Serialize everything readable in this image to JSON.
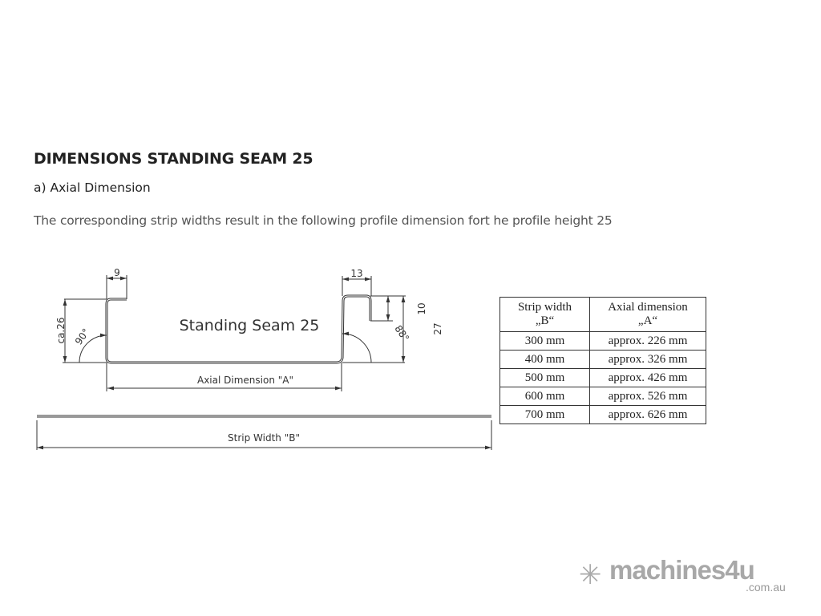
{
  "heading": "DIMENSIONS STANDING SEAM 25",
  "subheading": "a) Axial Dimension",
  "description": "The corresponding strip widths result in the following profile dimension fort he profile height 25",
  "drawing": {
    "title": "Standing Seam 25",
    "dim_left_flange": "9",
    "dim_right_flange": "13",
    "dim_seam_drop": "10",
    "dim_height_right": "27",
    "dim_height_left": "ca.26",
    "angle_left": "90°",
    "angle_right": "88°",
    "axial_label": "Axial Dimension \"A\"",
    "strip_label": "Strip Width \"B\""
  },
  "table": {
    "headers": [
      [
        "Strip width",
        "„B“"
      ],
      [
        "Axial dimension",
        "„A“"
      ]
    ],
    "rows": [
      [
        "300 mm",
        "approx. 226 mm"
      ],
      [
        "400 mm",
        "approx. 326 mm"
      ],
      [
        "500 mm",
        "approx. 426 mm"
      ],
      [
        "600 mm",
        "approx. 526 mm"
      ],
      [
        "700 mm",
        "approx. 626 mm"
      ]
    ]
  },
  "logo": {
    "name": "machines4u",
    "domain": ".com.au"
  }
}
